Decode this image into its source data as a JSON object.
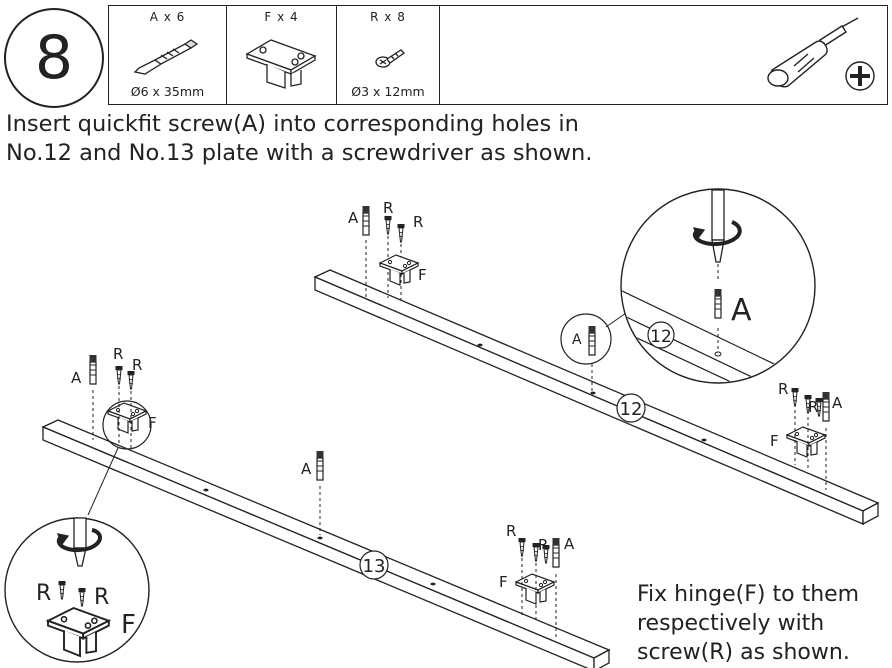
{
  "step": {
    "number": "8"
  },
  "parts": [
    {
      "id": "A",
      "label": "A x 6",
      "dimension": "Ø6 x 35mm",
      "icon": "quickfit-screw-icon"
    },
    {
      "id": "F",
      "label": "F x 4",
      "dimension": "",
      "icon": "hinge-icon"
    },
    {
      "id": "R",
      "label": "R x 8",
      "dimension": "Ø3 x 12mm",
      "icon": "wood-screw-icon"
    }
  ],
  "tool": {
    "icon": "phillips-screwdriver-icon"
  },
  "instructions": {
    "line1": "Insert quickfit screw(A) into corresponding holes in",
    "line2": "No.12 and No.13 plate with a screwdriver as shown."
  },
  "note": {
    "line1": "Fix hinge(F) to them",
    "line2": "respectively with",
    "line3": "screw(R) as shown."
  },
  "callouts": {
    "A": "A",
    "R": "R",
    "F": "F",
    "plate12": "12",
    "plate13": "13"
  }
}
